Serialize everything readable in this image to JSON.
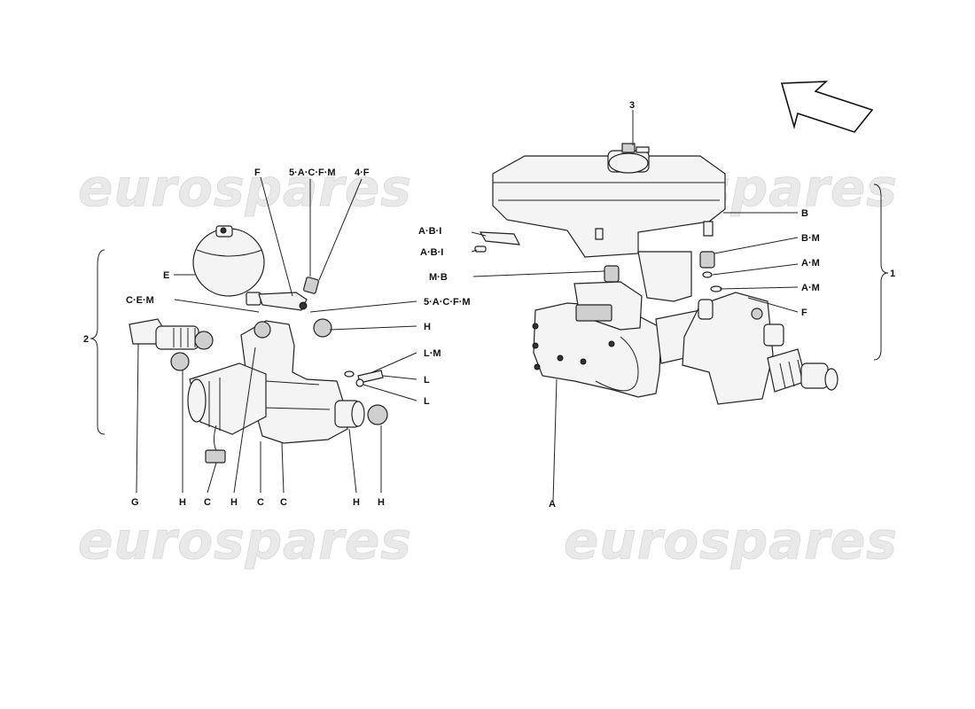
{
  "watermarks": [
    "eurospares",
    "eurospares",
    "eurospares",
    "eurospares"
  ],
  "callouts": {
    "F_top": "F",
    "five_acfm_top": "5·A·C·F·M",
    "four_f": "4·F",
    "E": "E",
    "CEM": "C·E·M",
    "five_acfm_mid": "5·A·C·F·M",
    "H_right": "H",
    "LM": "L·M",
    "L1": "L",
    "L2": "L",
    "group2": "2",
    "bottom_G": "G",
    "bottom_H1": "H",
    "bottom_C1": "C",
    "bottom_H2": "H",
    "bottom_C2": "C",
    "bottom_C3": "C",
    "bottom_H3": "H",
    "bottom_H4": "H",
    "three": "3",
    "ABI1": "A·B·I",
    "ABI2": "A·B·I",
    "MB": "M·B",
    "B": "B",
    "BM": "B·M",
    "AM1": "A·M",
    "AM2": "A·M",
    "F_right": "F",
    "group1": "1",
    "A_bottom": "A"
  },
  "icons": {
    "direction_arrow": "direction-arrow-icon"
  }
}
